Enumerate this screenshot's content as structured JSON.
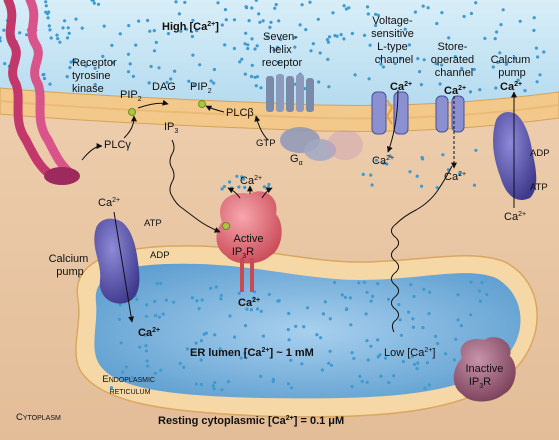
{
  "colors": {
    "extracellular": "#bfe1f2",
    "cytoplasm": "#e9c8a5",
    "membrane_outer": "#f2c98a",
    "membrane_inner": "#f7dcae",
    "er_lumen": "#7fb6de",
    "ca_dot": "#3f9ad0",
    "receptor_kinase": "#c2386a",
    "ip3r": "#e06d78",
    "pump": "#5a56a8",
    "inactive_ip3r": "#9a5a72"
  },
  "labels": {
    "high_ca_base": "High [Ca",
    "high_ca_sup": "2+",
    "high_ca_end": "]",
    "receptor_tyrosine_kinase": [
      "Receptor",
      "tyrosine",
      "kinase"
    ],
    "plc_gamma": "PLCγ",
    "pip2_left": "PIP",
    "pip2_right": "PIP",
    "pip2_sub": "2",
    "dag": "DAG",
    "ip3": "IP",
    "ip3_sub": "3",
    "plc_beta": "PLCβ",
    "seven_helix_receptor": [
      "Seven-",
      "helix",
      "receptor"
    ],
    "gtp": "GTP",
    "g_alpha": "G",
    "g_alpha_sub": "α",
    "voltage_sensitive": [
      "Voltage-",
      "sensitive",
      "L-type",
      "channel"
    ],
    "store_operated": [
      "Store-",
      "operated",
      "channel"
    ],
    "calcium_pump_right": [
      "Calcium",
      "pump"
    ],
    "calcium_pump_left": [
      "Calcium",
      "pump"
    ],
    "ca": "Ca",
    "ca_sup": "2+",
    "atp": "ATP",
    "adp": "ADP",
    "active_ip3r": [
      "Active",
      "IP",
      "3",
      "R"
    ],
    "er_lumen_base": "ER lumen [Ca",
    "er_lumen_end": "] ~ 1 mM",
    "low_ca_base": "Low [Ca",
    "low_ca_end": "]",
    "endoplasmic_reticulum": [
      "Endoplasmic",
      "reticulum"
    ],
    "inactive_ip3r": [
      "Inactive",
      "IP",
      "3",
      "R"
    ],
    "cytoplasm": "Cytoplasm",
    "resting_base": "Resting cytoplasmic [Ca",
    "resting_end": "] = 0.1 μM"
  }
}
